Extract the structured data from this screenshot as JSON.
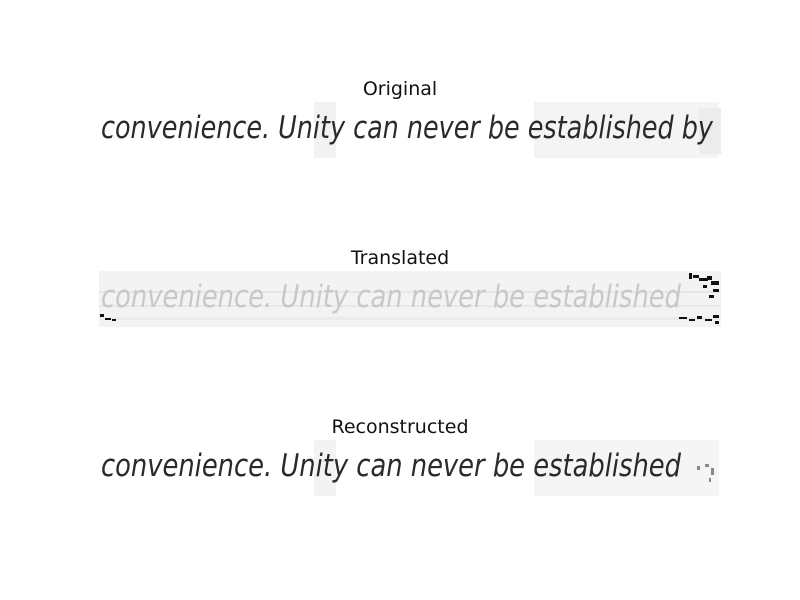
{
  "panels": [
    {
      "title": "Original",
      "handwriting": "convenience. Unity can never be established by",
      "style": "clean"
    },
    {
      "title": "Translated",
      "handwriting": "convenience. Unity can never be established",
      "style": "faded"
    },
    {
      "title": "Reconstructed",
      "handwriting": "convenience. Unity can never be established",
      "style": "clean"
    }
  ],
  "colors": {
    "ink": "#2a2a2a",
    "faded_ink": "#c8c8c8",
    "paper_shadow": "#eeeeee"
  }
}
